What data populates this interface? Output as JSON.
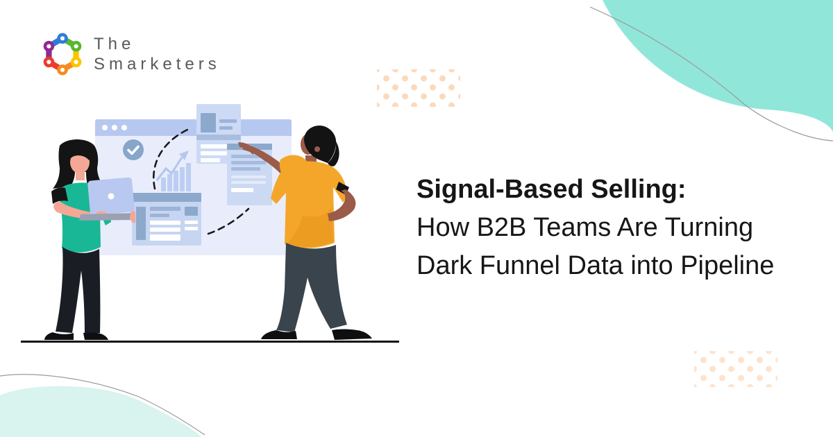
{
  "page": {
    "type": "blog-og-image",
    "background": "#ffffff"
  },
  "logo": {
    "line1": "The",
    "line2": "Smarketers",
    "icon": "hex-chain-logo",
    "text_color": "#58595b",
    "icon_colors": {
      "blue": "#2f7cd6",
      "green": "#58b72f",
      "yellow": "#fdc500",
      "orange": "#f68b1f",
      "red": "#ea3d2f",
      "purple": "#8f2a90"
    }
  },
  "title": {
    "line1": "Signal-Based Selling:",
    "line2": "How B2B Teams Are Turning",
    "line3": "Dark Funnel Data into Pipeline",
    "color": "#161616"
  },
  "decor": {
    "blob_top_right": "#90e7d9",
    "blob_bottom_left": "#d9f3ef",
    "blob_outline": "#9b9b9b",
    "dots_top": "#fbd9bc",
    "dots_bottom": "#fde3cd"
  },
  "illustration": {
    "scene": "woman-with-laptop-and-man-pointing-at-analytics-dashboard",
    "panel": "#e9edfb",
    "panel_header": "#b7c8f0",
    "card": "#c9d7f2",
    "card_accent": "#8ca9cc",
    "card_line": "#9db3d8",
    "chart_bar": "#bdcef2",
    "ground": "#111111",
    "woman": {
      "shirt": "#19b795",
      "skin": "#f3a896",
      "hair": "#141414",
      "pants": "#1a1e24",
      "laptop": "#b9c8f1"
    },
    "man": {
      "shirt": "#f4a62a",
      "skin": "#9a5b48",
      "hair": "#131313",
      "pants": "#39444d"
    }
  }
}
